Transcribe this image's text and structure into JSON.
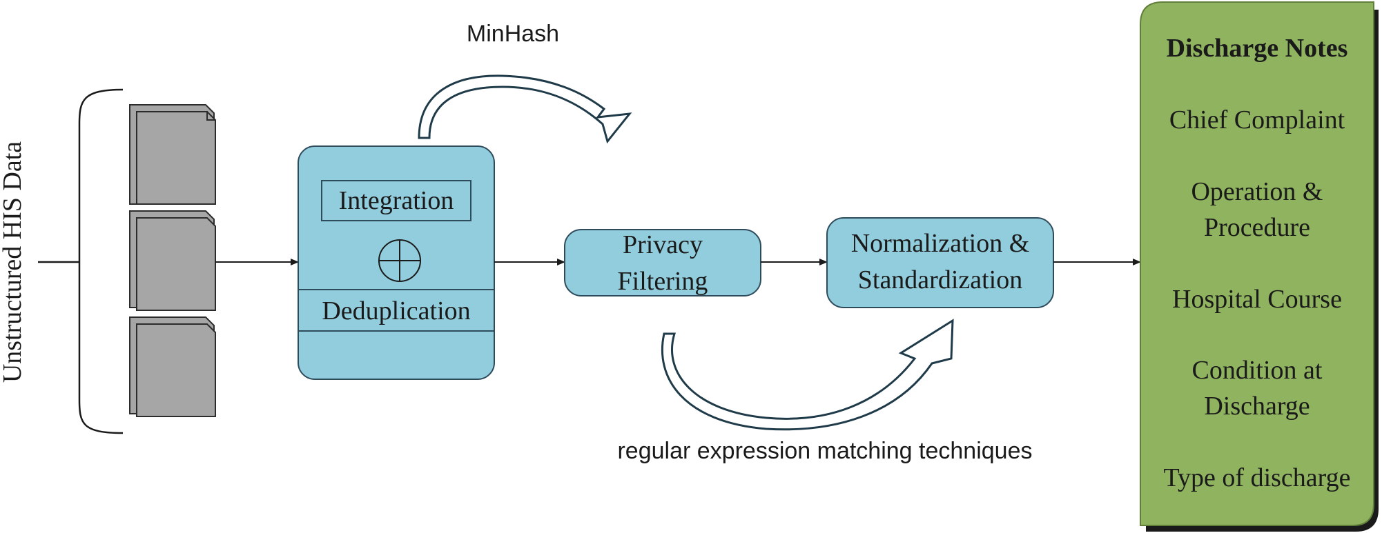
{
  "source_label": "Unstructured HIS Data",
  "merge_box": {
    "integration": "Integration",
    "deduplication": "Deduplication"
  },
  "minhash_label": "MinHash",
  "privacy_box": {
    "line1": "Privacy",
    "line2": "Filtering"
  },
  "normalization_box": {
    "line1": "Normalization &",
    "line2": "Standardization"
  },
  "regex_label": "regular expression matching techniques",
  "output_panel": {
    "title": "Discharge Notes",
    "items": [
      {
        "lines": [
          "Chief Complaint"
        ]
      },
      {
        "lines": [
          "Operation &",
          "Procedure"
        ]
      },
      {
        "lines": [
          "Hospital Course"
        ]
      },
      {
        "lines": [
          "Condition at",
          "Discharge"
        ]
      },
      {
        "lines": [
          "Type of discharge"
        ]
      }
    ]
  },
  "colors": {
    "box_fill": "#92cddd",
    "box_stroke": "#2e4b5c",
    "panel_fill": "#8fb35e",
    "panel_shadow": "#1a1a1a",
    "doc_fill": "#a6a6a6",
    "doc_stroke": "#2b2b2b",
    "line": "#1a1a1a"
  }
}
